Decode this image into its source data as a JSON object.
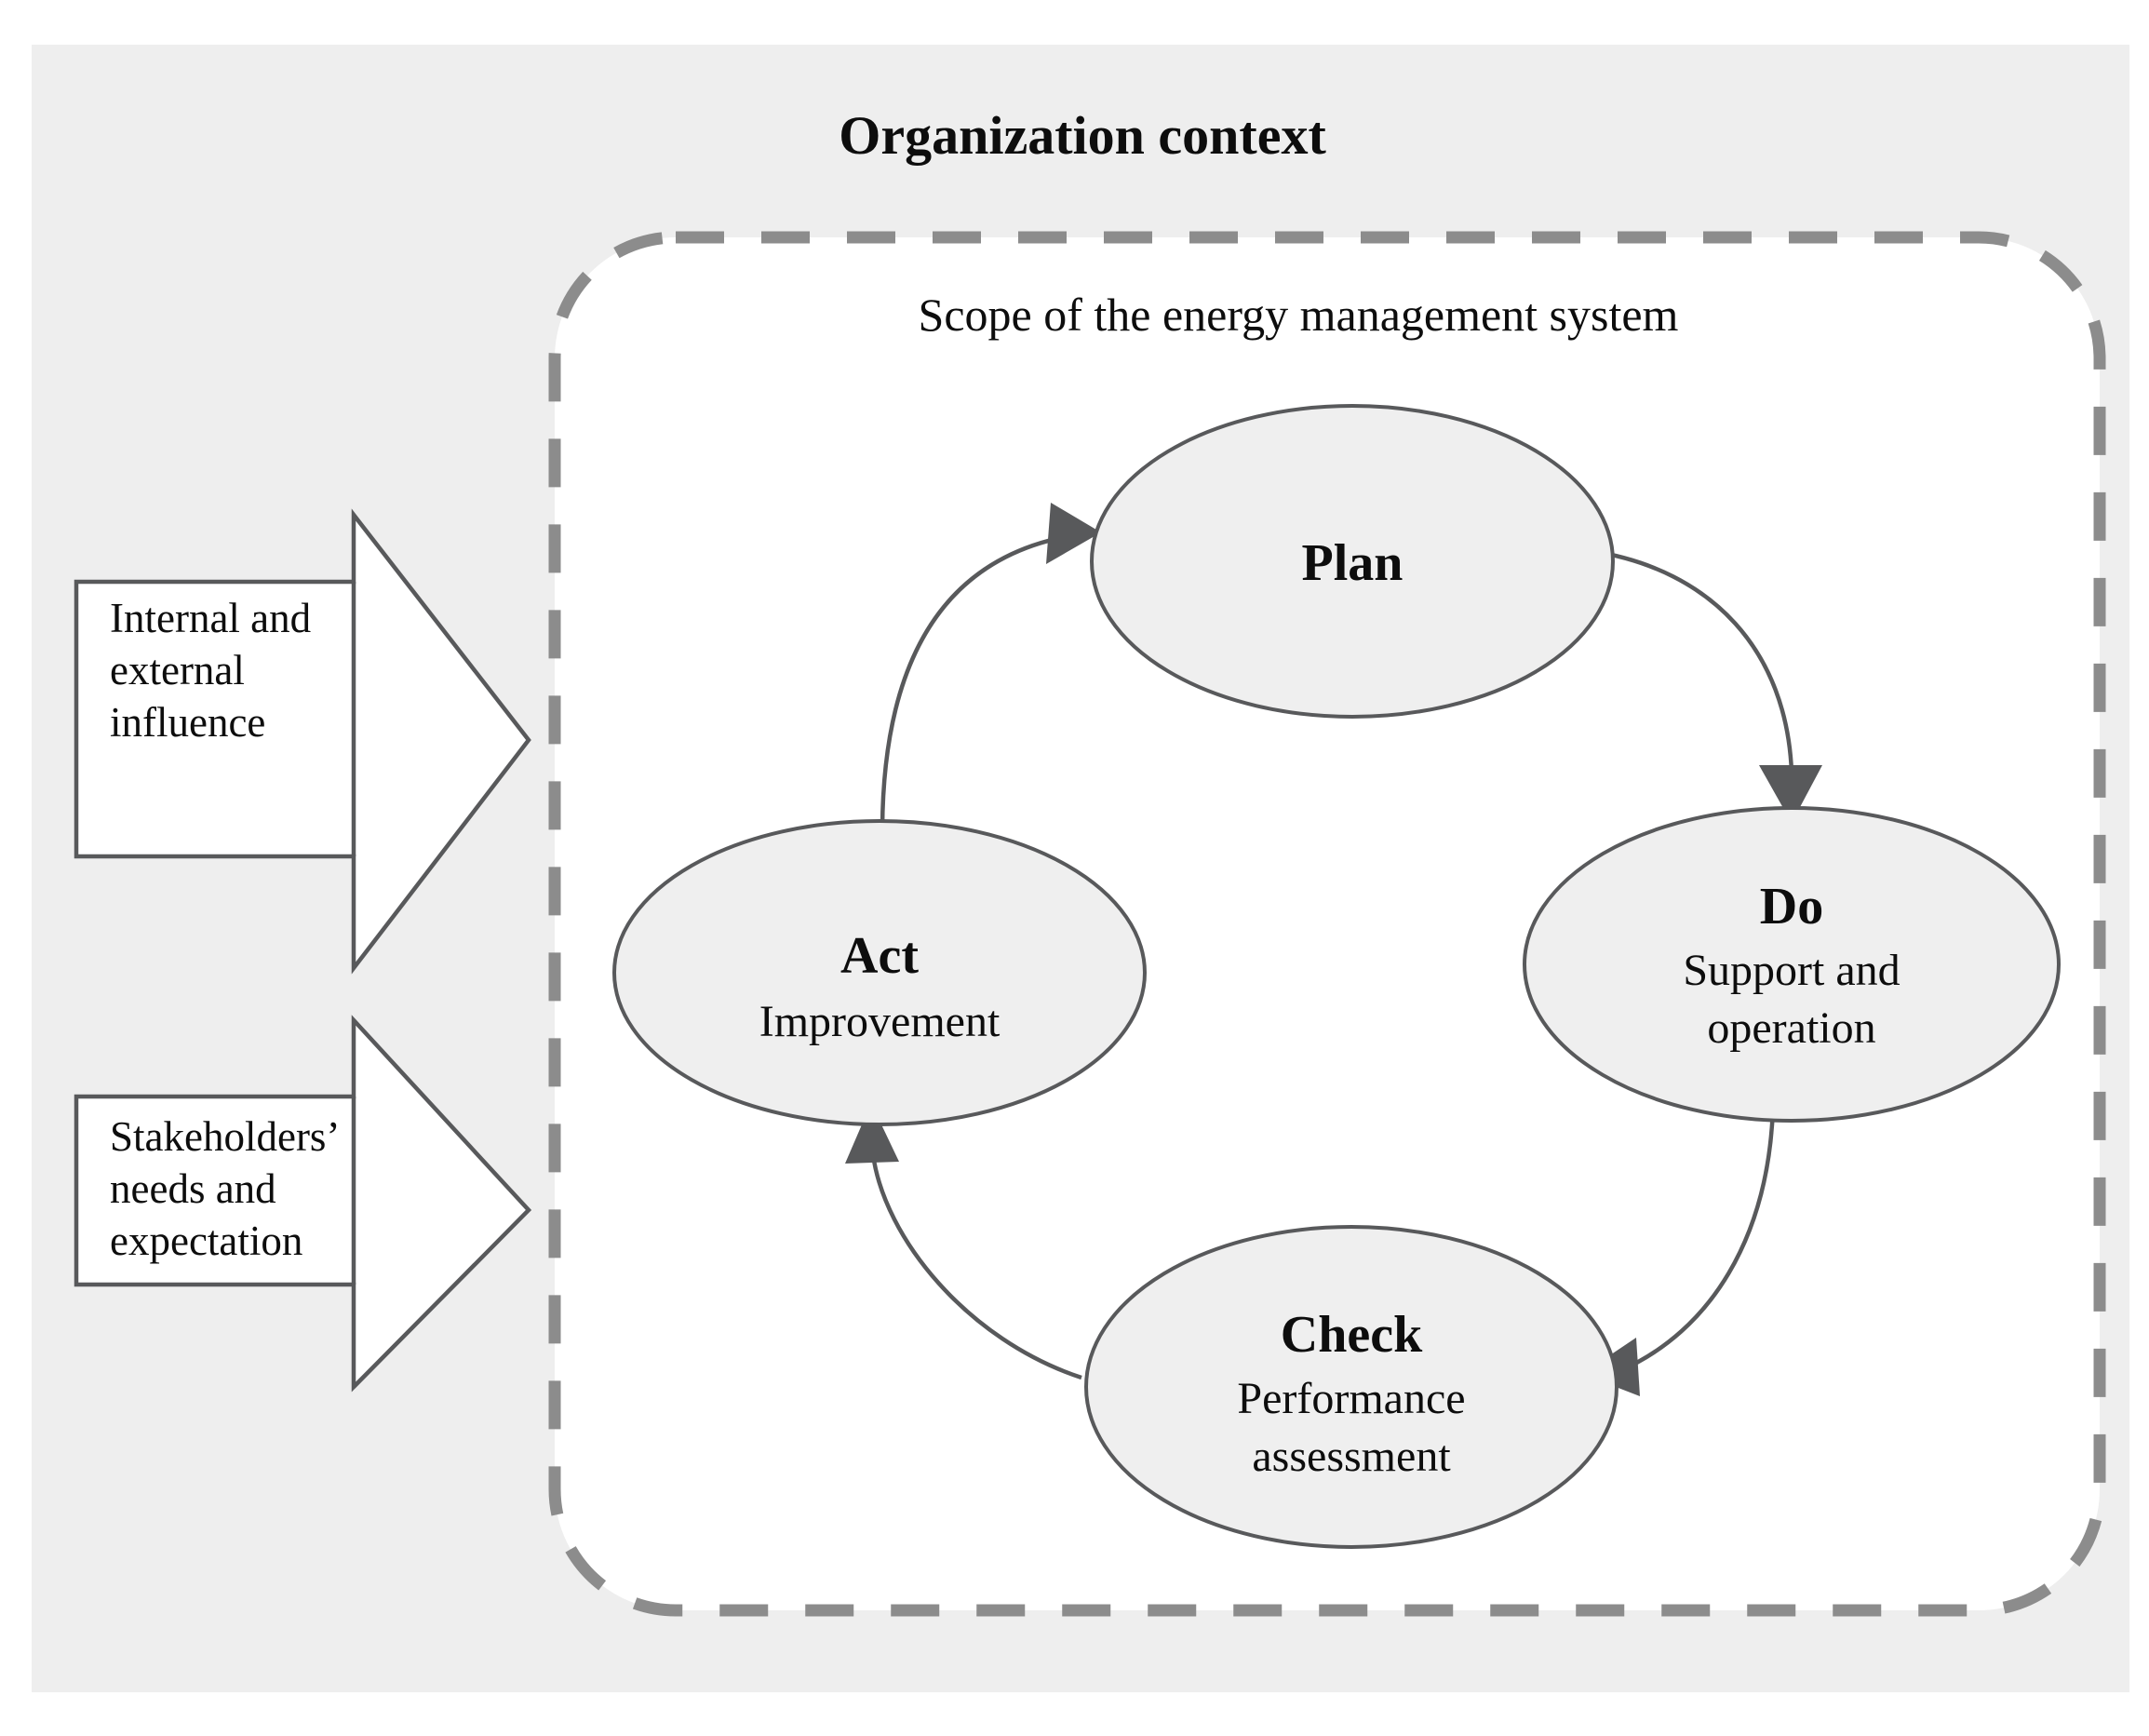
{
  "figure": {
    "title": "Organization context",
    "scope_label": "Scope of the energy management system",
    "colors": {
      "page_background": "#ffffff",
      "context_panel": "#eeeeee",
      "scope_fill": "#ffffff",
      "scope_border": "#8c8c8c",
      "node_fill": "#efefef",
      "node_stroke": "#58595b",
      "arrow_stroke": "#58595b",
      "text": "#0d0d0d"
    }
  },
  "cycle": {
    "name": "Plan-Do-Check-Act",
    "nodes": [
      {
        "id": "plan",
        "title": "Plan",
        "subtitle_lines": []
      },
      {
        "id": "do",
        "title": "Do",
        "subtitle_lines": [
          "Support and",
          "operation"
        ]
      },
      {
        "id": "check",
        "title": "Check",
        "subtitle_lines": [
          "Performance",
          "assessment"
        ]
      },
      {
        "id": "act",
        "title": "Act",
        "subtitle_lines": [
          "Improvement"
        ]
      }
    ],
    "flows": [
      {
        "from": "plan",
        "to": "do"
      },
      {
        "from": "do",
        "to": "check"
      },
      {
        "from": "check",
        "to": "act"
      },
      {
        "from": "act",
        "to": "plan"
      }
    ]
  },
  "inputs": [
    {
      "id": "influence",
      "lines": [
        "Internal and",
        "external",
        "influence"
      ]
    },
    {
      "id": "stakeholders",
      "lines": [
        "Stakeholders’",
        "needs and",
        "expectation"
      ]
    }
  ]
}
